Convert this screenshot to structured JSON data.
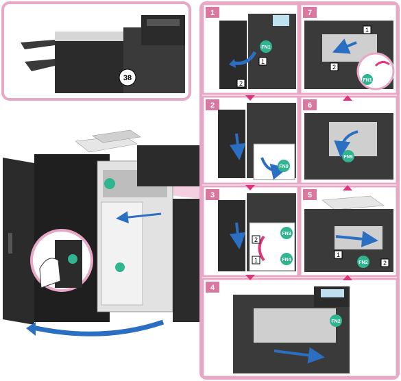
{
  "colors": {
    "frame_pink": "#e8a7c6",
    "step_pink": "#d9789f",
    "machine_dark": "#2b2b2b",
    "machine_mid": "#5c5c5c",
    "arrow_blue": "#2a6fc2",
    "accent_teal": "#2fb58f",
    "arrow_magenta": "#e1347c"
  },
  "callouts": {
    "machine_number": "38"
  },
  "steps": [
    {
      "number": "1",
      "tags": [
        "FN1"
      ],
      "boxes": [
        "1",
        "2"
      ]
    },
    {
      "number": "2",
      "tags": [
        "FN9"
      ],
      "boxes": []
    },
    {
      "number": "3",
      "tags": [
        "FN3",
        "FN4"
      ],
      "boxes": [
        "2",
        "1"
      ]
    },
    {
      "number": "4",
      "tags": [
        "FN2"
      ],
      "boxes": []
    },
    {
      "number": "5",
      "tags": [
        "FN2"
      ],
      "boxes": [
        "1",
        "2"
      ]
    },
    {
      "number": "6",
      "tags": [
        "FN9"
      ],
      "boxes": []
    },
    {
      "number": "7",
      "tags": [
        "FN1"
      ],
      "boxes": [
        "1",
        "2"
      ]
    }
  ]
}
